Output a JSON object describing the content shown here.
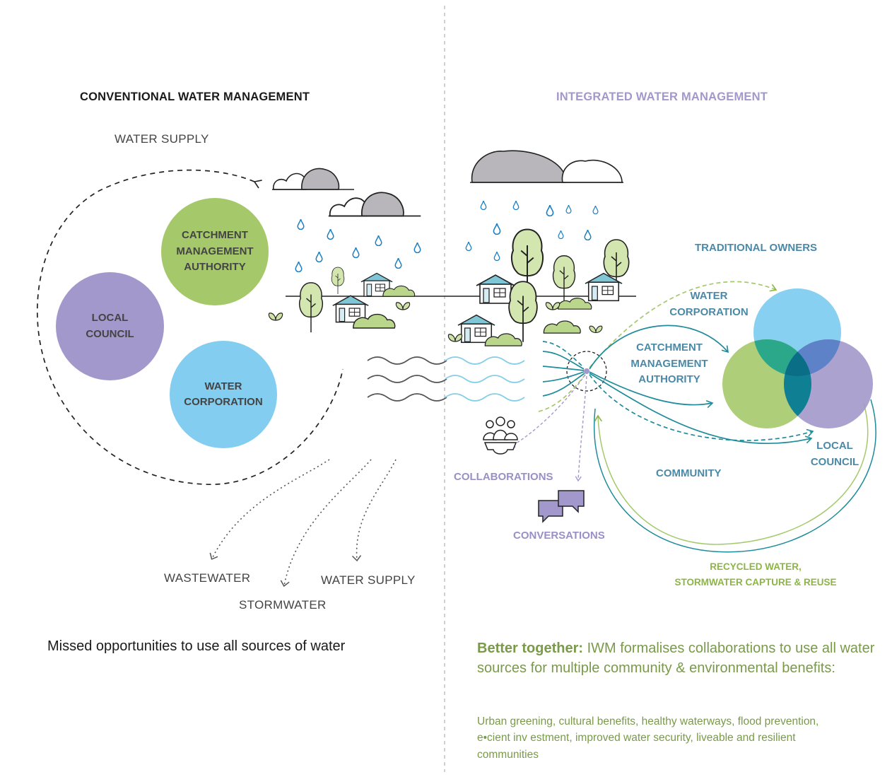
{
  "left": {
    "heading": "CONVENTIONAL WATER MANAGEMENT",
    "water_supply_top": "WATER SUPPLY",
    "circles": {
      "catchment": "CATCHMENT\nMANAGEMENT\nAUTHORITY",
      "local_council": "LOCAL\nCOUNCIL",
      "water_corporation": "WATER\nCORPORATION"
    },
    "outputs": {
      "wastewater": "WASTEWATER",
      "stormwater": "STORMWATER",
      "water_supply": "WATER SUPPLY"
    },
    "caption": "Missed opportunities to use all sources of water"
  },
  "right": {
    "heading": "INTEGRATED WATER MANAGEMENT",
    "traditional_owners": "TRADITIONAL OWNERS",
    "water_corporation": "WATER\nCORPORATION",
    "catchment": "CATCHMENT\nMANAGEMENT\nAUTHORITY",
    "local_council": "LOCAL\nCOUNCIL",
    "community": "COMMUNITY",
    "collaborations": "COLLABORATIONS",
    "conversations": "CONVERSATIONS",
    "recycled": "RECYCLED WATER,\nSTORMWATER CAPTURE & REUSE",
    "caption_bold": "Better together:",
    "caption_rest": " IWM formalises collaborations to use all water sources for multiple community & environmental benefits:",
    "benefits": "Urban greening, cultural benefits, healthy waterways, flood prevention,\ne•cient inv  estment, improved water security, liveable and resilient\ncommunities"
  },
  "colors": {
    "purple": "#a398cb",
    "green": "#a5c96a",
    "blue": "#82cdf0",
    "teal": "#1e8c9a",
    "grey_cloud": "#b9b6bb",
    "dark_text": "#1a1a1a"
  }
}
